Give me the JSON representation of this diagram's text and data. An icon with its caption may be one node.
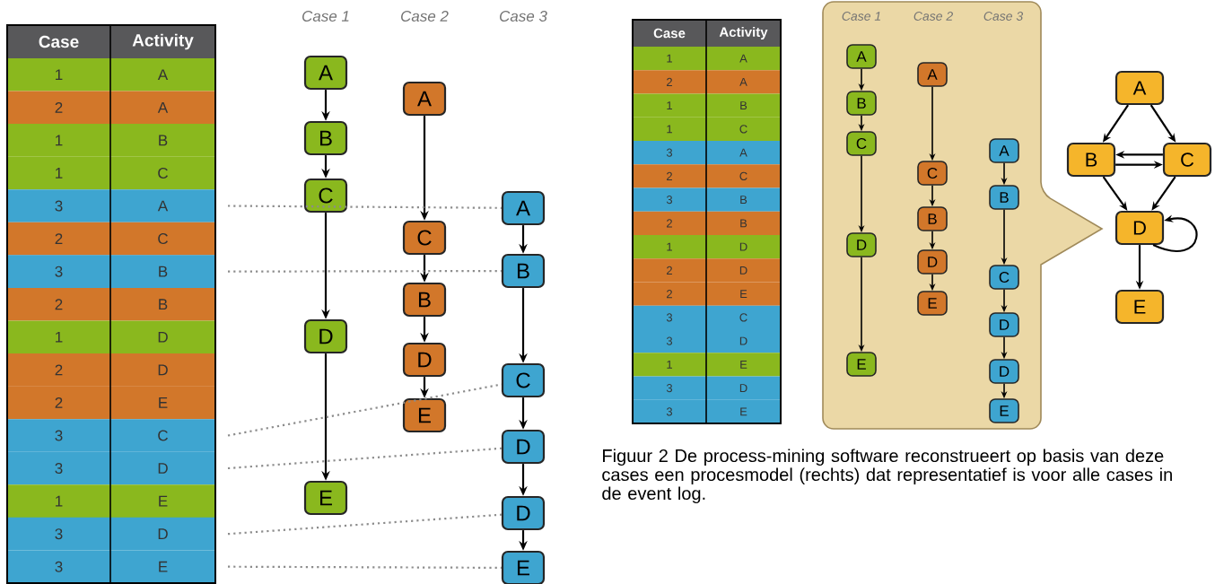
{
  "diagram": {
    "caption": "Figuur 2 De process-mining software reconstrueert op basis van deze cases een procesmodel (rechts) dat representatief is voor alle cases in de event log.",
    "nodes": [
      {
        "text": [
          "A"
        ]
      },
      {
        "text": [
          "B"
        ]
      },
      {
        "text": [
          "C"
        ]
      },
      {
        "text": [
          "D"
        ]
      },
      {
        "text": [
          "E"
        ]
      },
      {
        "text": [
          "A"
        ]
      },
      {
        "text": [
          "C"
        ]
      },
      {
        "text": [
          "B"
        ]
      },
      {
        "text": [
          "D"
        ]
      },
      {
        "text": [
          "E"
        ]
      },
      {
        "text": [
          "A"
        ]
      },
      {
        "text": [
          "B"
        ]
      },
      {
        "text": [
          "C"
        ]
      },
      {
        "text": [
          "D"
        ]
      },
      {
        "text": [
          "D"
        ]
      },
      {
        "text": [
          "E"
        ]
      },
      {
        "text": [
          "Case 1",
          "Case 2",
          "Case 3"
        ]
      },
      {
        "text": [
          "A"
        ],
        "in": 16
      },
      {
        "text": [
          "B"
        ],
        "in": 16
      },
      {
        "text": [
          "C"
        ],
        "in": 16
      },
      {
        "text": [
          "D"
        ],
        "in": 16
      },
      {
        "text": [
          "E"
        ],
        "in": 16
      },
      {
        "text": [
          "A"
        ],
        "in": 16
      },
      {
        "text": [
          "C"
        ],
        "in": 16
      },
      {
        "text": [
          "B"
        ],
        "in": 16
      },
      {
        "text": [
          "D"
        ],
        "in": 16
      },
      {
        "text": [
          "E"
        ],
        "in": 16
      },
      {
        "text": [
          "A"
        ],
        "in": 16
      },
      {
        "text": [
          "B"
        ],
        "in": 16
      },
      {
        "text": [
          "C"
        ],
        "in": 16
      },
      {
        "text": [
          "D"
        ],
        "in": 16
      },
      {
        "text": [
          "D"
        ],
        "in": 16
      },
      {
        "text": [
          "E"
        ],
        "in": 16
      },
      {
        "text": [
          "A"
        ]
      },
      {
        "text": [
          "B"
        ]
      },
      {
        "text": [
          "C"
        ]
      },
      {
        "text": [
          "D"
        ]
      },
      {
        "text": [
          "E"
        ]
      }
    ],
    "edges": [
      {
        "from": 0,
        "to": 1,
        "arrow": "to"
      },
      {
        "from": 1,
        "to": 2,
        "arrow": "to"
      },
      {
        "from": 2,
        "to": 3,
        "arrow": "to"
      },
      {
        "from": 3,
        "to": 4,
        "arrow": "to"
      },
      {
        "from": 5,
        "to": 6,
        "arrow": "to"
      },
      {
        "from": 6,
        "to": 7,
        "arrow": "to"
      },
      {
        "from": 7,
        "to": 8,
        "arrow": "to"
      },
      {
        "from": 8,
        "to": 9,
        "arrow": "to"
      },
      {
        "from": 10,
        "to": 11,
        "arrow": "to"
      },
      {
        "from": 11,
        "to": 12,
        "arrow": "to"
      },
      {
        "from": 12,
        "to": 13,
        "arrow": "to"
      },
      {
        "from": 13,
        "to": 14,
        "arrow": "to"
      },
      {
        "from": 14,
        "to": 15,
        "arrow": "to"
      },
      {
        "from": null,
        "to": 10,
        "arrow": "none",
        "style": "dashed",
        "color": "#8c8c8c"
      },
      {
        "from": null,
        "to": 11,
        "arrow": "none",
        "style": "dashed",
        "color": "#8c8c8c"
      },
      {
        "from": null,
        "to": 12,
        "arrow": "none",
        "style": "dashed",
        "color": "#8c8c8c"
      },
      {
        "from": null,
        "to": 13,
        "arrow": "none",
        "style": "dashed",
        "color": "#8c8c8c"
      },
      {
        "from": null,
        "to": 14,
        "arrow": "none",
        "style": "dashed",
        "color": "#8c8c8c"
      },
      {
        "from": null,
        "to": 15,
        "arrow": "none",
        "style": "dashed",
        "color": "#8c8c8c"
      },
      {
        "from": 17,
        "to": 18,
        "arrow": "to"
      },
      {
        "from": 18,
        "to": 19,
        "arrow": "to"
      },
      {
        "from": 19,
        "to": 20,
        "arrow": "to"
      },
      {
        "from": 20,
        "to": 21,
        "arrow": "to"
      },
      {
        "from": 22,
        "to": 23,
        "arrow": "to"
      },
      {
        "from": 23,
        "to": 24,
        "arrow": "to"
      },
      {
        "from": 24,
        "to": 25,
        "arrow": "to"
      },
      {
        "from": 25,
        "to": 26,
        "arrow": "to"
      },
      {
        "from": 27,
        "to": 28,
        "arrow": "to"
      },
      {
        "from": 28,
        "to": 29,
        "arrow": "to"
      },
      {
        "from": 29,
        "to": 30,
        "arrow": "to"
      },
      {
        "from": 30,
        "to": 31,
        "arrow": "to"
      },
      {
        "from": 31,
        "to": 32,
        "arrow": "to"
      },
      {
        "from": 33,
        "to": 34,
        "arrow": "to"
      },
      {
        "from": 33,
        "to": 35,
        "arrow": "to"
      },
      {
        "from": 35,
        "to": 34,
        "arrow": "to"
      },
      {
        "from": 34,
        "to": 35,
        "arrow": "to"
      },
      {
        "from": 34,
        "to": 36,
        "arrow": "to"
      },
      {
        "from": 35,
        "to": 36,
        "arrow": "to"
      },
      {
        "from": 36,
        "to": 36,
        "arrow": "to"
      },
      {
        "from": 36,
        "to": 37,
        "arrow": "to"
      }
    ],
    "labels": [
      "Case",
      "Activity",
      "1",
      "A",
      "2",
      "A",
      "1",
      "B",
      "1",
      "C",
      "3",
      "A",
      "2",
      "C",
      "3",
      "B",
      "2",
      "B",
      "1",
      "D",
      "2",
      "D",
      "2",
      "E",
      "3",
      "C",
      "3",
      "D",
      "1",
      "E",
      "3",
      "D",
      "3",
      "E",
      "Case 1",
      "Case 2",
      "Case 3",
      "Case",
      "Activity",
      "1",
      "A",
      "2",
      "A",
      "1",
      "B",
      "1",
      "C",
      "3",
      "A",
      "2",
      "C",
      "3",
      "B",
      "2",
      "B",
      "1",
      "D",
      "2",
      "D",
      "2",
      "E",
      "3",
      "C",
      "3",
      "D",
      "1",
      "E",
      "3",
      "D",
      "3",
      "E"
    ]
  }
}
